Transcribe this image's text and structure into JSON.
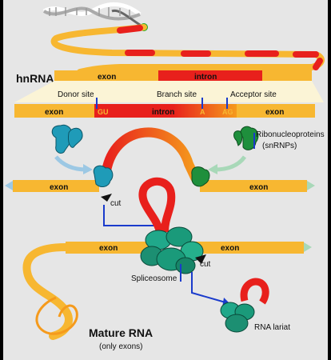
{
  "labels": {
    "hnrna": "hnRNA",
    "exon": "exon",
    "intron": "intron",
    "donor_site": "Donor site",
    "branch_site": "Branch site",
    "acceptor_site": "Acceptor site",
    "gu": "GU",
    "a": "A",
    "ag": "AG",
    "snrnp_line1": "Ribonucleoproteins",
    "snrnp_line2": "(snRNPs)",
    "cut": "cut",
    "spliceosome": "Spliceosome",
    "rna_lariat": "RNA lariat",
    "mature_rna": "Mature RNA",
    "mature_rna_sub": "(only exons)"
  },
  "colors": {
    "background": "#000000",
    "panel": "#e6e6e6",
    "exon": "#f7b731",
    "intron": "#e8201c",
    "snrnp_blue": "#1f9bb8",
    "snrnp_green": "#1e8f3c",
    "spliceosome": "#1a9a7a",
    "arrow_blue": "#1a3bcc",
    "arrow_light_blue": "#9cc8e4",
    "arrow_light_green": "#a8d8b8"
  },
  "icons": [
    "dna-helix-icon",
    "snrnp-blue-icon",
    "snrnp-green-icon",
    "spliceosome-icon",
    "scissors-cut-icon"
  ]
}
